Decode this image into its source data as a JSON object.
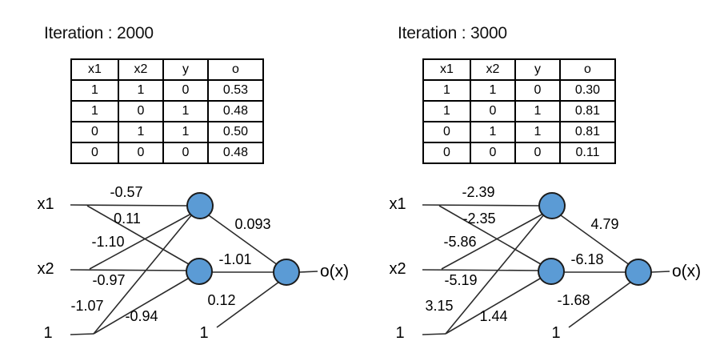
{
  "slide": {
    "background": "#ffffff"
  },
  "colors": {
    "node_fill": "#5b9bd5",
    "node_stroke": "#1c1c1c",
    "line": "#2b2b2b",
    "text": "#000000",
    "table_border": "#000000"
  },
  "panels": [
    {
      "title": "Iteration : 2000",
      "table": {
        "headers": [
          "x1",
          "x2",
          "y",
          "o"
        ],
        "rows": [
          [
            "1",
            "1",
            "0",
            "0.53"
          ],
          [
            "1",
            "0",
            "1",
            "0.48"
          ],
          [
            "0",
            "1",
            "1",
            "0.50"
          ],
          [
            "0",
            "0",
            "0",
            "0.48"
          ]
        ]
      },
      "network": {
        "input_labels": [
          "x1",
          "x2",
          "1"
        ],
        "output_label": "o(x)",
        "output_bias_label": "1",
        "edges": [
          {
            "from": "x1",
            "to": "h1",
            "weight": "-0.57"
          },
          {
            "from": "x1",
            "to": "h2",
            "weight": "0.11"
          },
          {
            "from": "x2",
            "to": "h1",
            "weight": "-1.10"
          },
          {
            "from": "x2",
            "to": "h2",
            "weight": "-0.97"
          },
          {
            "from": "bias",
            "to": "h1",
            "weight": "-1.07"
          },
          {
            "from": "bias",
            "to": "h2",
            "weight": "-0.94"
          },
          {
            "from": "h1",
            "to": "output",
            "weight": "0.093"
          },
          {
            "from": "h2",
            "to": "output",
            "weight": "-1.01"
          },
          {
            "from": "bias",
            "to": "output",
            "weight": "0.12"
          }
        ]
      }
    },
    {
      "title": "Iteration : 3000",
      "table": {
        "headers": [
          "x1",
          "x2",
          "y",
          "o"
        ],
        "rows": [
          [
            "1",
            "1",
            "0",
            "0.30"
          ],
          [
            "1",
            "0",
            "1",
            "0.81"
          ],
          [
            "0",
            "1",
            "1",
            "0.81"
          ],
          [
            "0",
            "0",
            "0",
            "0.11"
          ]
        ]
      },
      "network": {
        "input_labels": [
          "x1",
          "x2",
          "1"
        ],
        "output_label": "o(x)",
        "output_bias_label": "1",
        "edges": [
          {
            "from": "x1",
            "to": "h1",
            "weight": "-2.39"
          },
          {
            "from": "x1",
            "to": "h2",
            "weight": "-2.35"
          },
          {
            "from": "x2",
            "to": "h1",
            "weight": "-5.86"
          },
          {
            "from": "x2",
            "to": "h2",
            "weight": "-5.19"
          },
          {
            "from": "bias",
            "to": "h1",
            "weight": "3.15"
          },
          {
            "from": "bias",
            "to": "h2",
            "weight": "1.44"
          },
          {
            "from": "h1",
            "to": "output",
            "weight": "4.79"
          },
          {
            "from": "h2",
            "to": "output",
            "weight": "-6.18"
          },
          {
            "from": "bias",
            "to": "output",
            "weight": "-1.68"
          }
        ]
      }
    }
  ]
}
